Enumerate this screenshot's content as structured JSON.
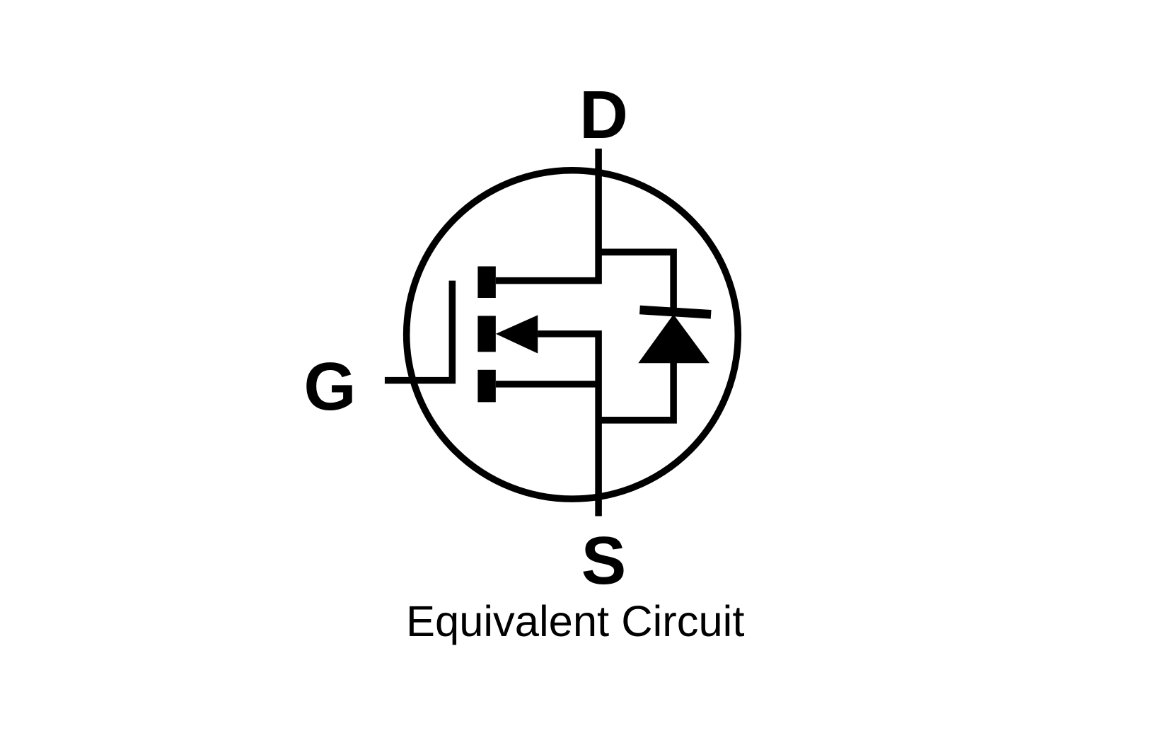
{
  "diagram": {
    "type": "MOSFET equivalent circuit",
    "terminals": {
      "drain": "D",
      "gate": "G",
      "source": "S"
    },
    "caption": "Equivalent Circuit",
    "colors": {
      "stroke": "#000000",
      "background": "#ffffff"
    }
  }
}
